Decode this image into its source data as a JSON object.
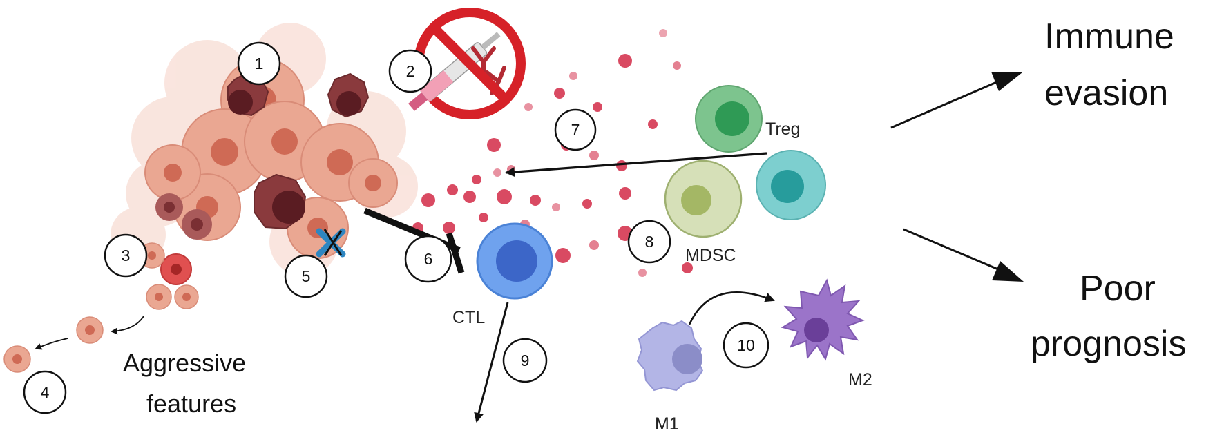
{
  "outcomes": {
    "immune_evasion_line1": "Immune",
    "immune_evasion_line2": "evasion",
    "poor_prognosis_line1": "Poor",
    "poor_prognosis_line2": "prognosis"
  },
  "tumor": {
    "aggressive_line1": "Aggressive",
    "aggressive_line2": "features"
  },
  "cells": {
    "treg": "Treg",
    "mdsc": "MDSC",
    "ctl": "CTL",
    "m1": "M1",
    "m2": "M2"
  },
  "steps": [
    "1",
    "2",
    "3",
    "4",
    "5",
    "6",
    "7",
    "8",
    "9",
    "10"
  ],
  "colors": {
    "tumor_light": "#f0b8a8",
    "tumor_mid": "#e49a86",
    "tumor_dark": "#7a2f33",
    "no_sign_red": "#d62128",
    "cytokine": "#d94a62",
    "treg": "#5fb573",
    "mdsc": "#b6c98a",
    "teal_cell": "#3aa8a8",
    "ctl": "#3f7ee0",
    "m1": "#a6a7df",
    "m2": "#8c5fb8"
  }
}
